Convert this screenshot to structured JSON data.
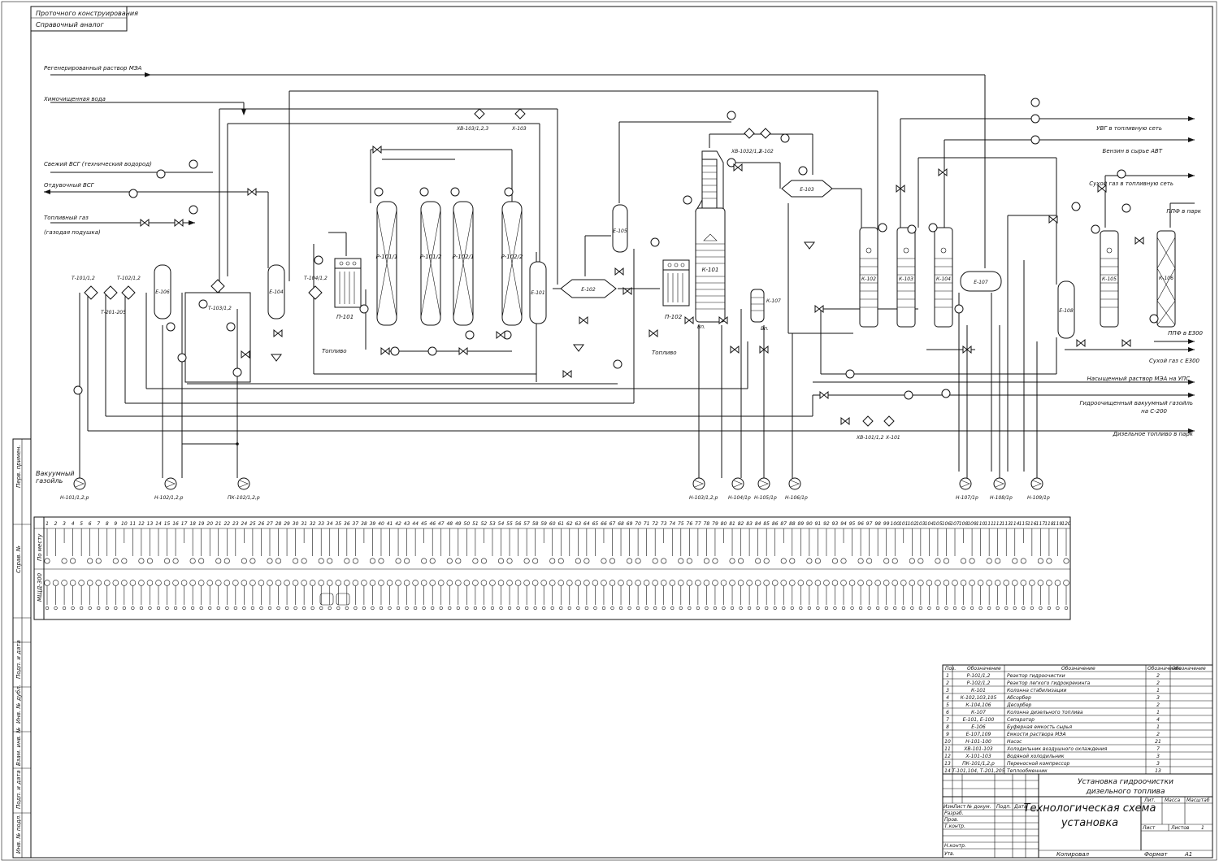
{
  "corner_stamp": {
    "line1": "Проточного конструирования",
    "line2": "Справочный аналог"
  },
  "streams": {
    "in_mea": "Регенерированный раствор МЭА",
    "in_water": "Химочищенная вода",
    "in_fresh_hydrogen": "Свежий ВСГ (технический водород)",
    "out_spent_hydrogen": "Отдувочный ВСГ",
    "in_fuel_gas": "Топливный газ",
    "in_fuel_gas_note": "(газодая подушка)",
    "in_vacuum_gasoil_1": "Вакуумный",
    "in_vacuum_gasoil_2": "газойль",
    "out_hydrocarbon_gas": "УВГ в топливную сеть",
    "out_gasoline": "Бензин в сырье АВТ",
    "out_dry_gas": "Сухой газ в топливную сеть",
    "out_steam": "ППФ в парк",
    "out_steam_e300": "ППФ в Е300",
    "out_dry_gas_e300": "Сухой газ с Е300",
    "out_saturated_mea": "Насыщенный раствор МЭА на УПС",
    "out_hydrotreated_1": "Гидроочищенный вакуумный газойль",
    "out_hydrotreated_2": "на С-200",
    "out_diesel": "Дизельное топливо в парк",
    "fuel_label": "Топливо"
  },
  "equipment_labels": {
    "reactors": [
      "Р-101/1",
      "Р-101/2",
      "Р-102/1",
      "Р-102/2"
    ],
    "furnaces": [
      "П-101",
      "П-102"
    ],
    "column_k101": "К-101",
    "columns_abs": [
      "К-102",
      "К-103",
      "К-104",
      "К-105",
      "К-106"
    ],
    "k107": "К-107",
    "vessels": [
      "Е-101",
      "Е-102",
      "Е-103",
      "Е-104",
      "Е-105",
      "Е-106",
      "Е-107",
      "Е-108"
    ],
    "exchangers": [
      "Т-101/1,2",
      "Т-102/1,2",
      "Т-201-205",
      "Т-103/1,2",
      "Т-104/1,2"
    ],
    "air_coolers": [
      "ХВ-103/1,2,3",
      "ХВ-1032/1,2",
      "ХВ-101/1,2"
    ],
    "water_coolers": [
      "Х-103",
      "Х-102",
      "Х-101"
    ],
    "pumps": [
      "Н-101/1,2,р",
      "Н-102/1,2,р",
      "ПК-102/1,2,р",
      "Н-103/1,2,р",
      "Н-104/1р",
      "Н-105/1р",
      "Н-106/1р",
      "Н-107/1р",
      "Н-108/1р",
      "Н-109/1р"
    ],
    "vp": "Вп."
  },
  "instrument_panel": {
    "row1_label": "По месту",
    "row2_label": "МЩД-300",
    "positions_count": 120
  },
  "left_margin_stamps": [
    "Перв. примен.",
    "Справ. №",
    "Подп. и дата",
    "Инв. № дубл.",
    "Взам. инв. №",
    "Подп. и дата",
    "Инв. № подл."
  ],
  "spec_table": {
    "headers": [
      "Поз.",
      "Обозначение",
      "Обозначение",
      "Обозначение",
      "Обозначение"
    ],
    "rows": [
      [
        "1",
        "Р-101/1,2",
        "Реактор гидроочистки",
        "2"
      ],
      [
        "2",
        "Р-102/1,2",
        "Реактор легкого гидрокрекинга",
        "2"
      ],
      [
        "3",
        "К-101",
        "Колонна стабилизации",
        "1"
      ],
      [
        "4",
        "К-102,103,105",
        "Абсорбер",
        "3"
      ],
      [
        "5",
        "К-104,106",
        "Десорбер",
        "2"
      ],
      [
        "6",
        "К-107",
        "Колонна дизельного топлива",
        "1"
      ],
      [
        "7",
        "Е-101, Е-100",
        "Сепаратор",
        "4"
      ],
      [
        "8",
        "Е-106",
        "Буферная емкость сырья",
        "1"
      ],
      [
        "9",
        "Е-107,109",
        "Емкости раствора МЭА",
        "2"
      ],
      [
        "10",
        "Н-101-100",
        "Насос",
        "21"
      ],
      [
        "11",
        "ХВ-101-103",
        "Холодильник воздушного охлаждения",
        "7"
      ],
      [
        "12",
        "Х-101-103",
        "Водяной холодильник",
        "3"
      ],
      [
        "13",
        "ПК-101/1,2,р",
        "Переносной компрессор",
        "3"
      ],
      [
        "14",
        "Т-101,104, Т-201,205",
        "Теплообменник",
        "13"
      ]
    ]
  },
  "title_block": {
    "title_1": "Установка гидроочистки",
    "title_2": "дизельного топлива",
    "doc_1": "Технологическая схема",
    "doc_2": "установка",
    "col_lit": "Лит.",
    "col_mass": "Масса",
    "col_scale": "Масштаб",
    "rev_cols": [
      "Изм.",
      "Лист",
      "№ докум.",
      "Подп.",
      "Дата"
    ],
    "roles": [
      "Разраб.",
      "Пров.",
      "Т.контр.",
      "",
      "Н.контр.",
      "Утв."
    ],
    "sheet": "Лист",
    "sheets": "Листов",
    "sheets_num": "1",
    "copied": "Копировал",
    "format_label": "Формат",
    "format_value": "А1"
  }
}
